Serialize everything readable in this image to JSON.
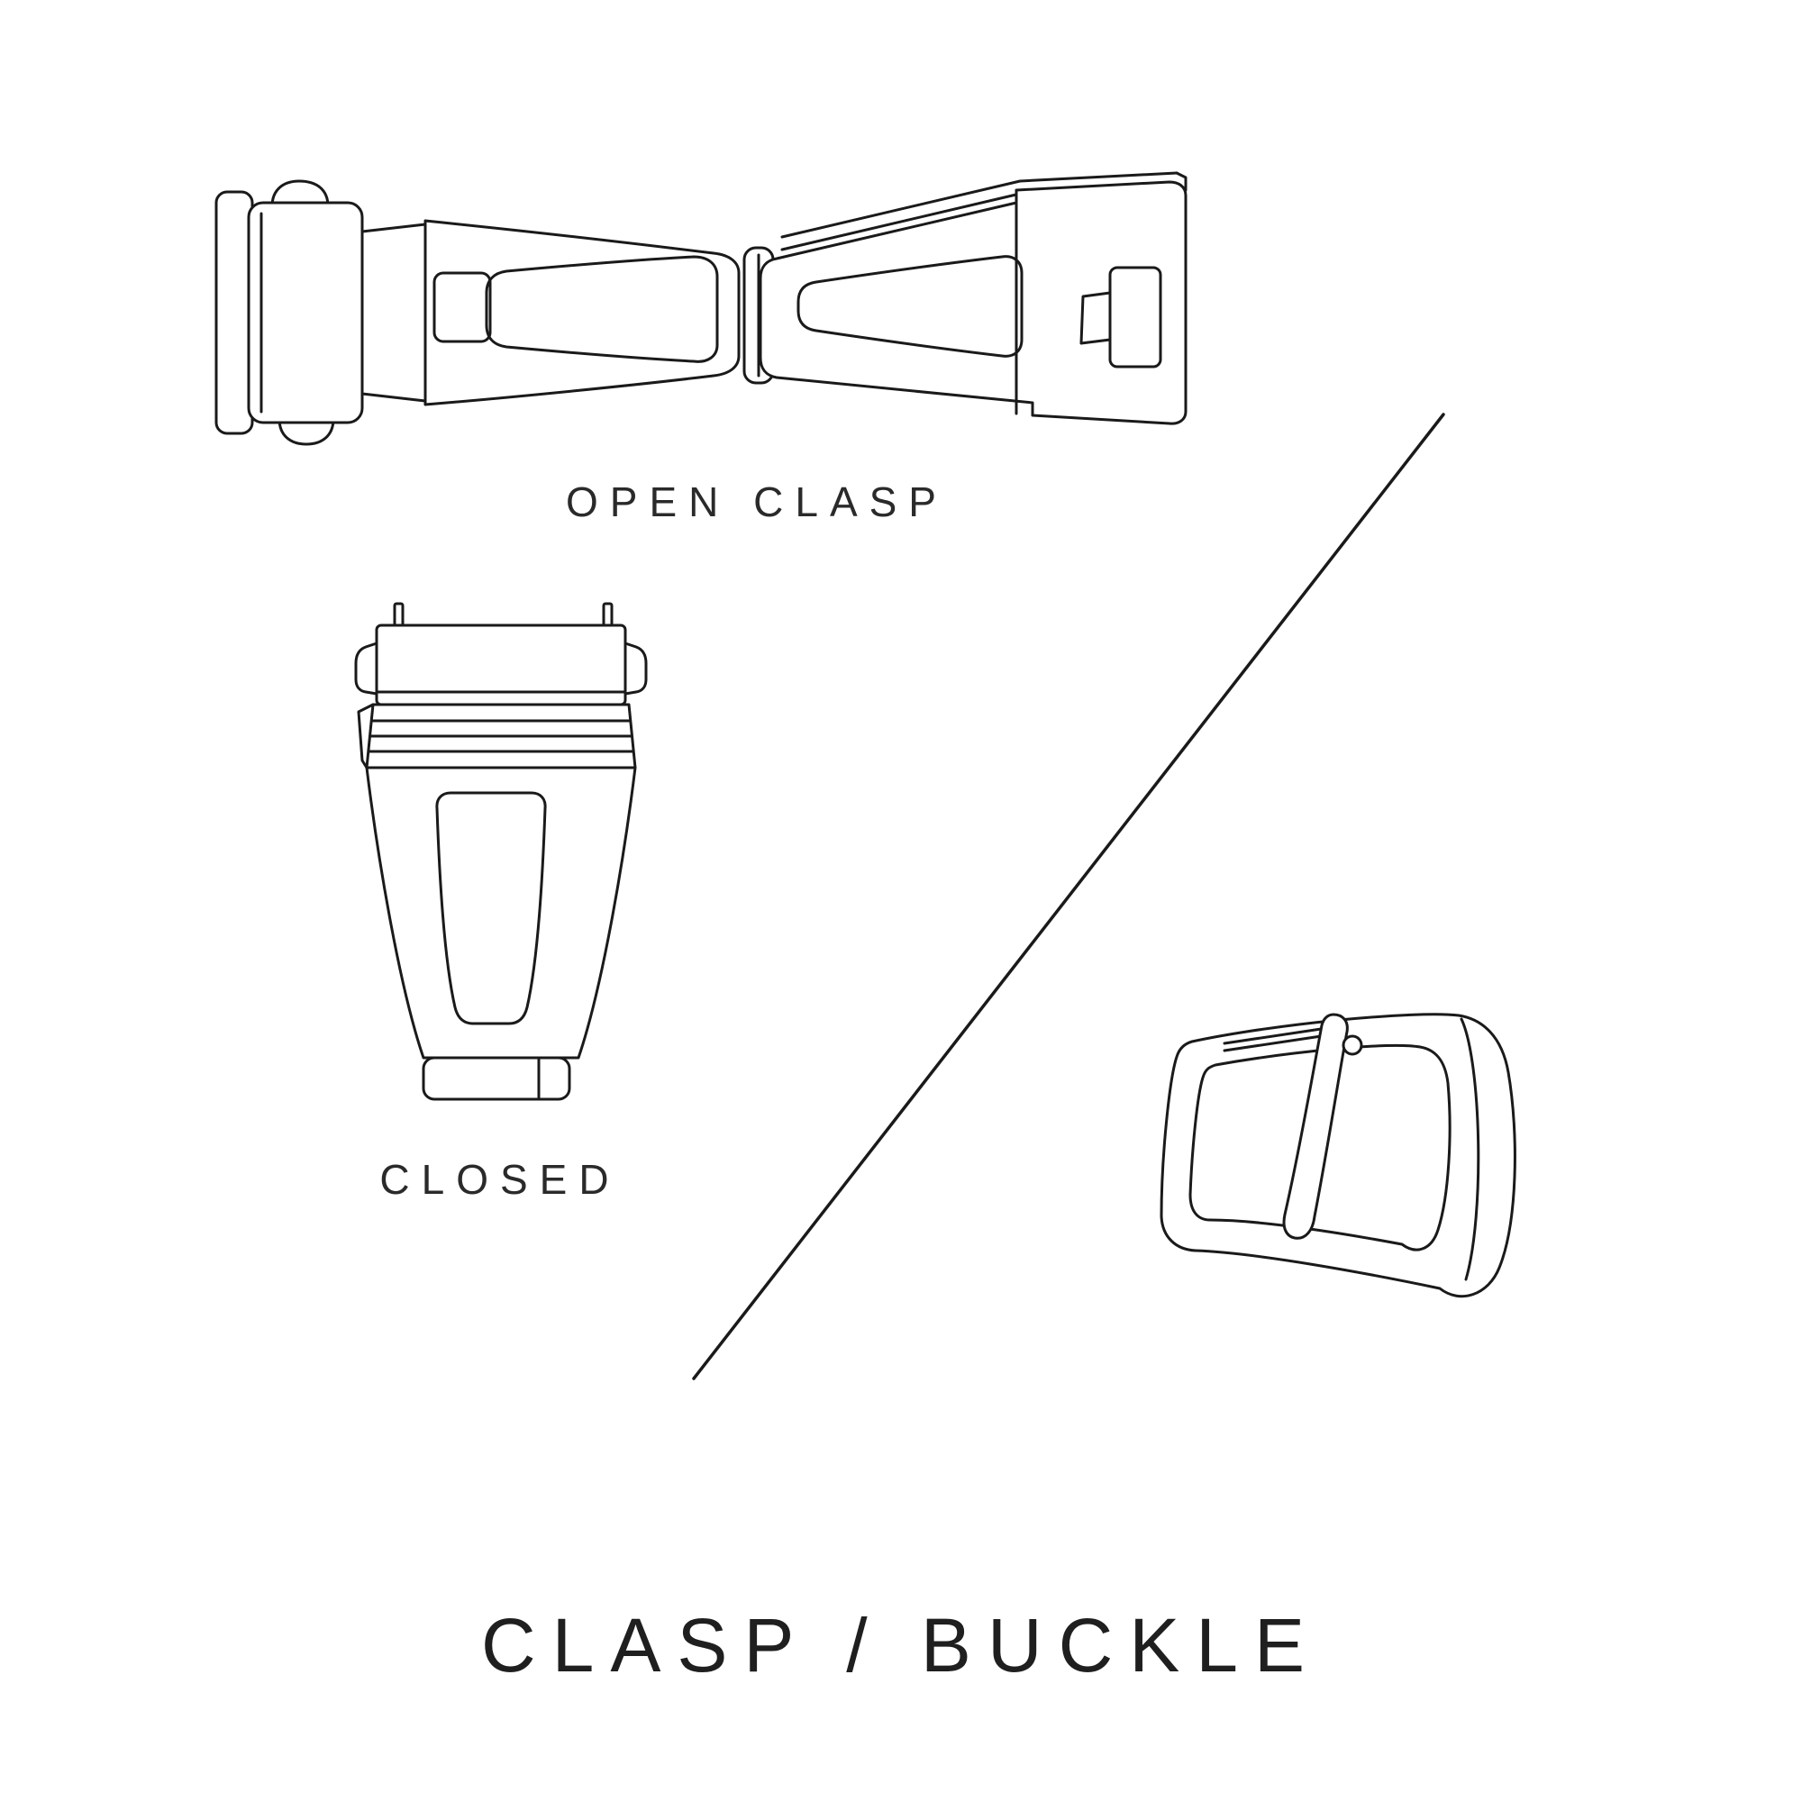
{
  "page": {
    "background_color": "#ffffff",
    "line_color": "#1a1a1a",
    "text_color": "#2a2a2a"
  },
  "diagram": {
    "open_clasp_label": "OPEN CLASP",
    "closed_label": "CLOSED",
    "title": "CLASP / BUCKLE",
    "illustrations": [
      {
        "name": "open-clasp-illustration",
        "description": "watch deployant clasp shown open, top view"
      },
      {
        "name": "closed-clasp-illustration",
        "description": "watch clasp shown closed, top view"
      },
      {
        "name": "buckle-illustration",
        "description": "watch tang buckle with pin, perspective view"
      },
      {
        "name": "divider-line",
        "description": "diagonal separator line"
      }
    ]
  }
}
